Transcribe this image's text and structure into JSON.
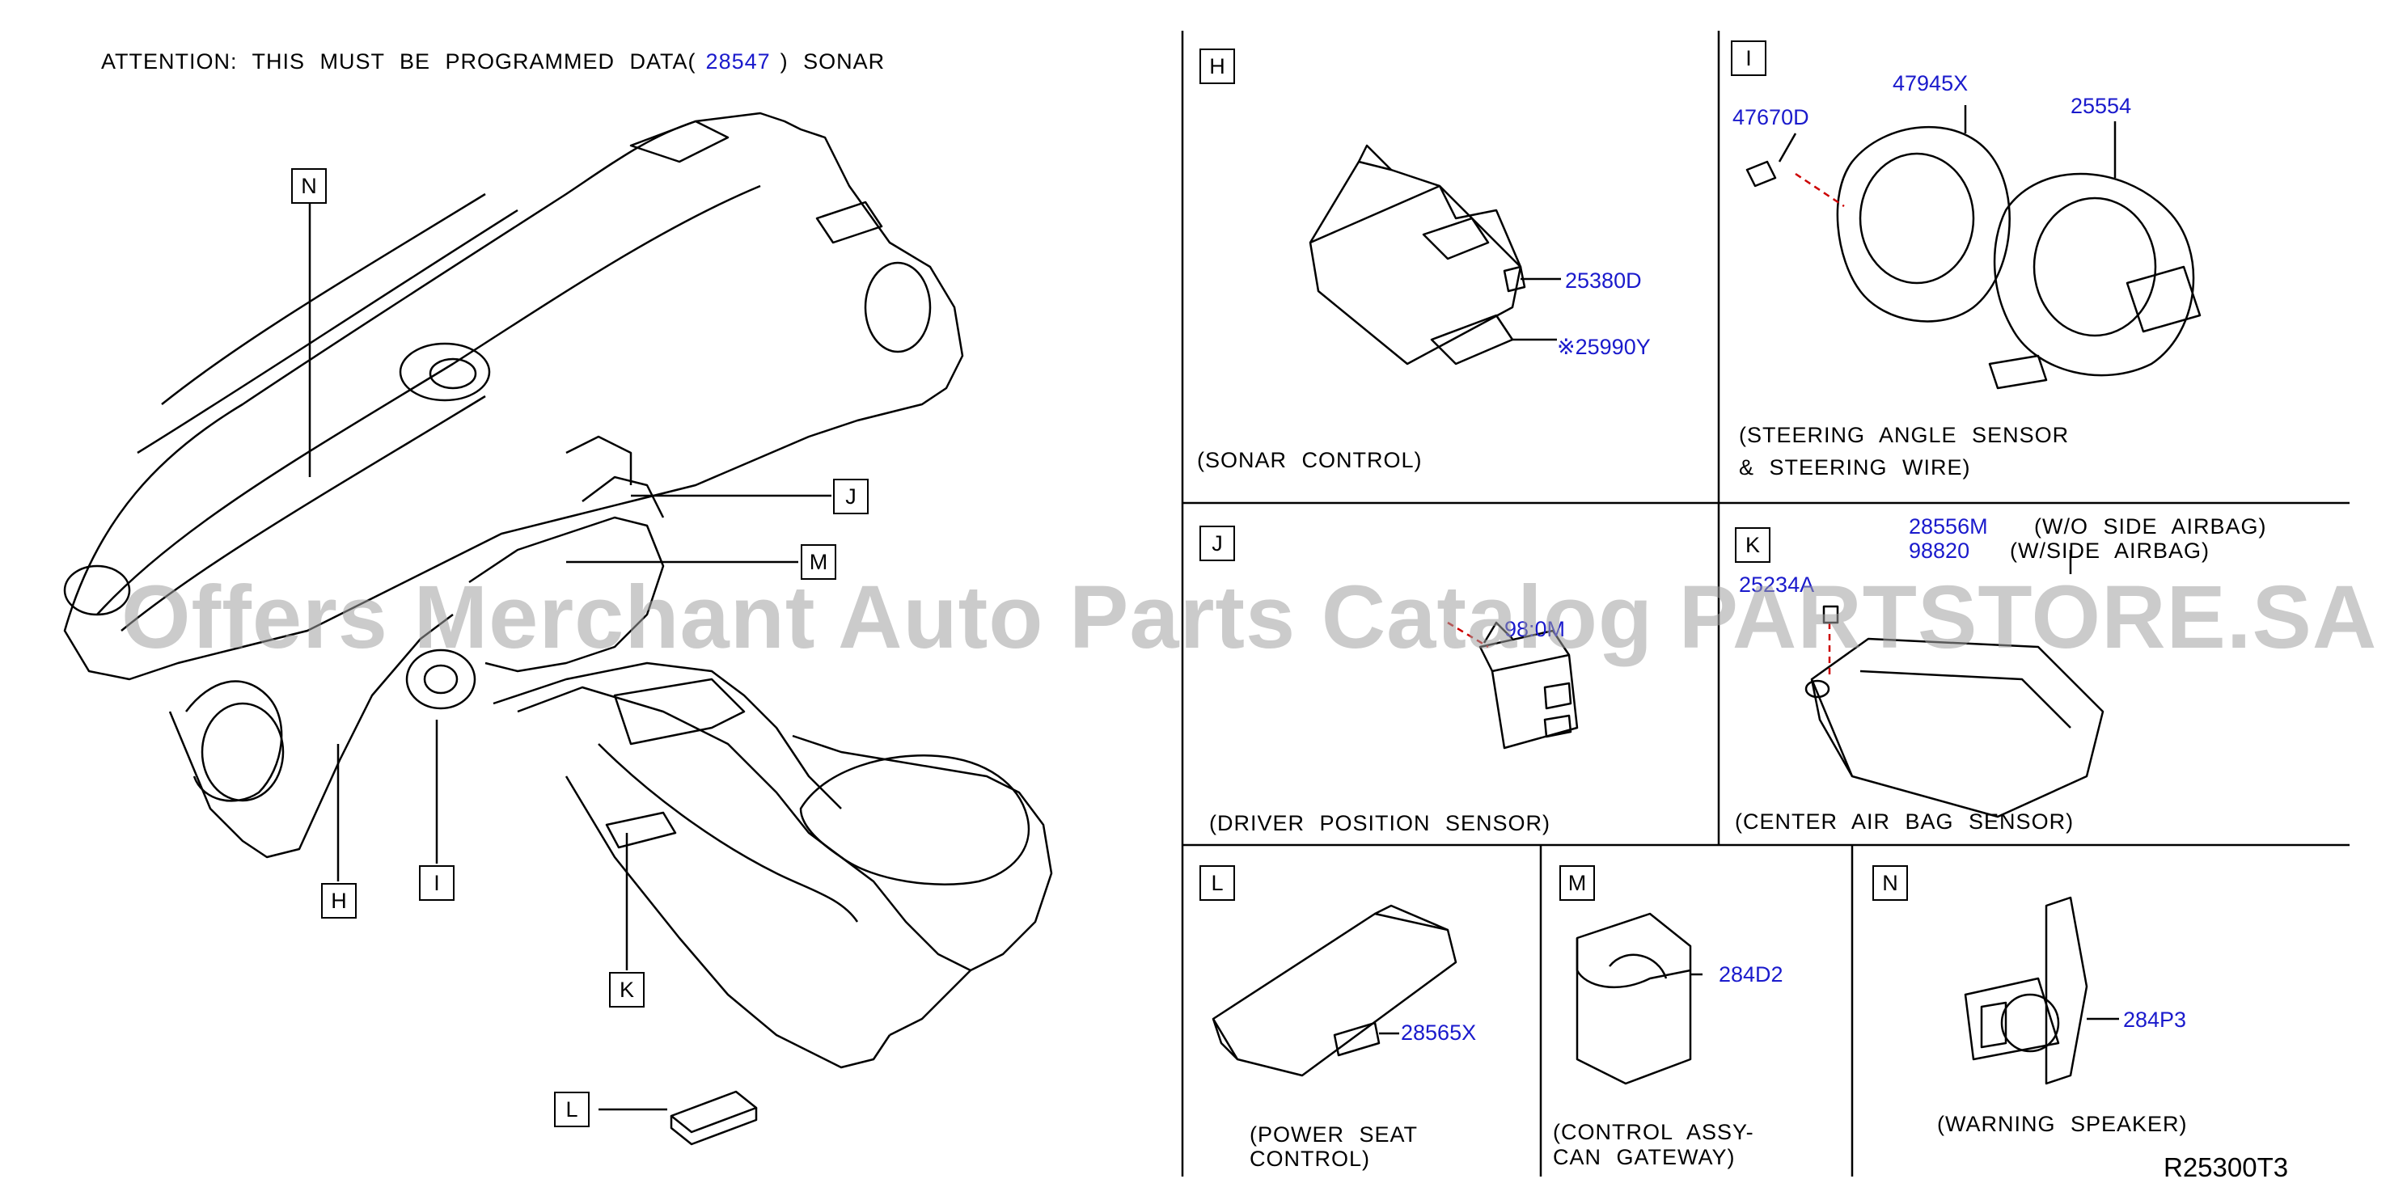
{
  "attention": {
    "prefix": "ATTENTION: THIS MUST BE PROGRAMMED DATA(",
    "part": "28547",
    "suffix": ") SONAR"
  },
  "callouts": {
    "N": "N",
    "J": "J",
    "M": "M",
    "H": "H",
    "I": "I",
    "K": "K",
    "L": "L"
  },
  "panels": {
    "H": {
      "label": "H",
      "caption": "(SONAR CONTROL)",
      "parts": [
        "25380D",
        "※25990Y"
      ]
    },
    "I": {
      "label": "I",
      "caption_line1": "(STEERING ANGLE SENSOR",
      "caption_line2": "& STEERING WIRE)",
      "parts": [
        "47670D",
        "47945X",
        "25554"
      ]
    },
    "J": {
      "label": "J",
      "caption": "(DRIVER POSITION SENSOR)",
      "parts": [
        "98:0M"
      ]
    },
    "K": {
      "label": "K",
      "caption": "(CENTER AIR BAG SENSOR)",
      "parts": [
        "28556M",
        "98820",
        "25234A"
      ],
      "notes": [
        "(W/O SIDE AIRBAG)",
        "(W/SIDE AIRBAG)"
      ]
    },
    "L": {
      "label": "L",
      "caption_line1": "(POWER SEAT",
      "caption_line2": "CONTROL)",
      "parts": [
        "28565X"
      ]
    },
    "M": {
      "label": "M",
      "caption_line1": "(CONTROL ASSY-",
      "caption_line2": "CAN GATEWAY)",
      "parts": [
        "284D2"
      ]
    },
    "N": {
      "label": "N",
      "caption": "(WARNING SPEAKER)",
      "parts": [
        "284P3"
      ]
    }
  },
  "watermark": "Offers Merchant Auto Parts Catalog PARTSTORE.SA",
  "drawing_ref": "R25300T3",
  "colors": {
    "part_number": "#1a1acc",
    "line": "#000000",
    "watermark": "#a0a0a0"
  }
}
